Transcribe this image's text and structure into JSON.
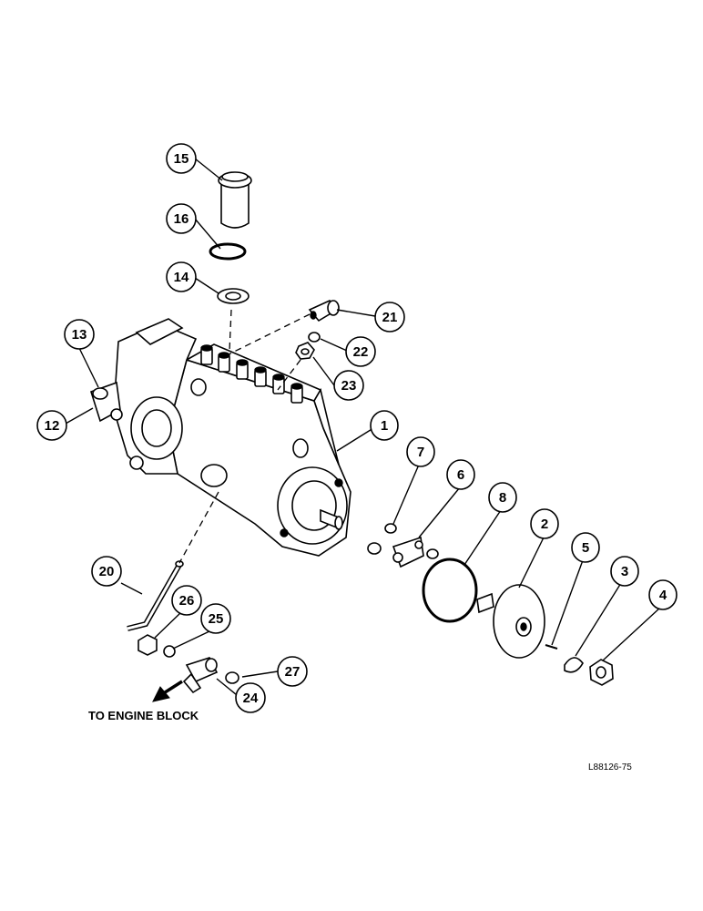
{
  "callouts": [
    {
      "id": "1",
      "label": "1"
    },
    {
      "id": "2",
      "label": "2"
    },
    {
      "id": "3",
      "label": "3"
    },
    {
      "id": "4",
      "label": "4"
    },
    {
      "id": "5",
      "label": "5"
    },
    {
      "id": "6",
      "label": "6"
    },
    {
      "id": "7",
      "label": "7"
    },
    {
      "id": "8",
      "label": "8"
    },
    {
      "id": "12",
      "label": "12"
    },
    {
      "id": "13",
      "label": "13"
    },
    {
      "id": "14",
      "label": "14"
    },
    {
      "id": "15",
      "label": "15"
    },
    {
      "id": "16",
      "label": "16"
    },
    {
      "id": "20",
      "label": "20"
    },
    {
      "id": "21",
      "label": "21"
    },
    {
      "id": "22",
      "label": "22"
    },
    {
      "id": "23",
      "label": "23"
    },
    {
      "id": "24",
      "label": "24"
    },
    {
      "id": "25",
      "label": "25"
    },
    {
      "id": "26",
      "label": "26"
    },
    {
      "id": "27",
      "label": "27"
    }
  ],
  "note": "TO ENGINE BLOCK",
  "reference_code": "L88126-75"
}
